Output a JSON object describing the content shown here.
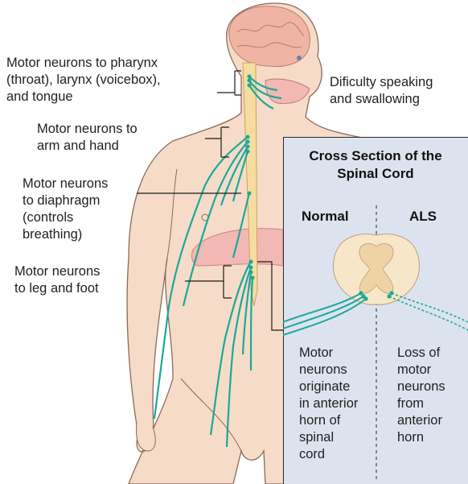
{
  "labels": {
    "pharynx": [
      "Motor neurons to pharynx",
      "(throat), larynx (voicebox),",
      "and tongue"
    ],
    "speaking": [
      "Dificulty speaking",
      "and swallowing"
    ],
    "arm": [
      "Motor neurons to",
      "arm and hand"
    ],
    "diaphragm": [
      "Motor neurons",
      "to diaphragm",
      "(controls",
      "breathing)"
    ],
    "leg": [
      "Motor neurons",
      "to leg and foot"
    ]
  },
  "cross_section": {
    "title": [
      "Cross Section of the",
      "Spinal Cord"
    ],
    "normal_heading": "Normal",
    "als_heading": "ALS",
    "normal_caption": [
      "Motor",
      "neurons",
      "originate",
      "in anterior",
      "horn of",
      "spinal",
      "cord"
    ],
    "als_caption": [
      "Loss of",
      "motor",
      "neurons",
      "from",
      "anterior",
      "horn"
    ]
  },
  "colors": {
    "skin": "#f6dcc8",
    "skin_outline": "#8a6a5a",
    "brain": "#f0b4a4",
    "spine": "#f7dca0",
    "nerve": "#1aa89a",
    "panel": "#dde3ee",
    "cord_grey": "#f3e3c6"
  }
}
